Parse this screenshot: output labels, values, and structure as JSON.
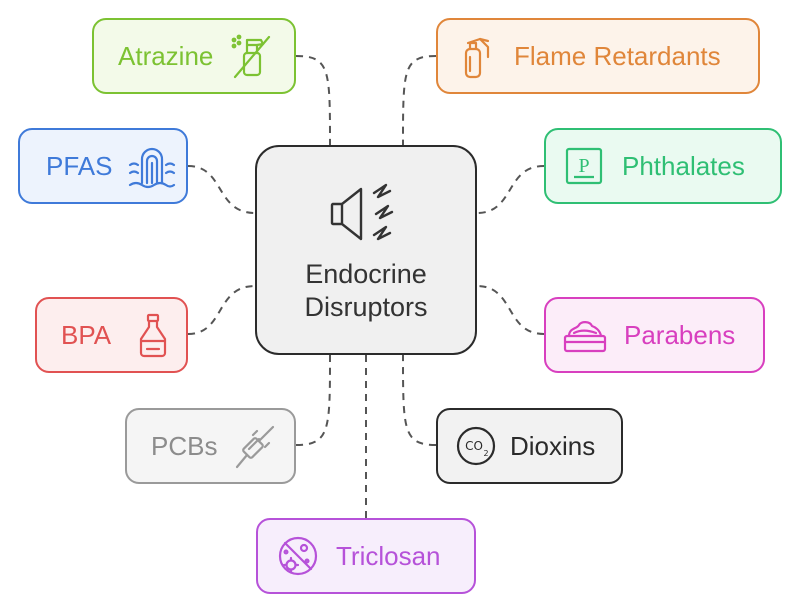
{
  "center": {
    "line1": "Endocrine",
    "line2": "Disruptors",
    "icon": "speaker-sound-icon"
  },
  "nodes": [
    {
      "key": "atrazine",
      "label": "Atrazine",
      "icon": "spray-bottle-icon",
      "color": "#7cc232",
      "bg": "#f3fae9"
    },
    {
      "key": "flame",
      "label": "Flame Retardants",
      "icon": "fire-extinguisher-icon",
      "color": "#e0863a",
      "bg": "#fdf3ea"
    },
    {
      "key": "pfas",
      "label": "PFAS",
      "icon": "waterproof-icon",
      "color": "#3f7ad9",
      "bg": "#edf3fd"
    },
    {
      "key": "phthalates",
      "label": "Phthalates",
      "icon": "plastic-label-icon",
      "color": "#2fbf74",
      "bg": "#eafaf1"
    },
    {
      "key": "bpa",
      "label": "BPA",
      "icon": "bottle-icon",
      "color": "#e15252",
      "bg": "#fdeeee"
    },
    {
      "key": "parabens",
      "label": "Parabens",
      "icon": "cream-jar-icon",
      "color": "#d83fbf",
      "bg": "#fcedf9"
    },
    {
      "key": "pcbs",
      "label": "PCBs",
      "icon": "cable-icon",
      "color": "#9a9a9a",
      "bg": "#f5f5f5"
    },
    {
      "key": "dioxins",
      "label": "Dioxins",
      "icon": "co2-icon",
      "color": "#2b2b2b",
      "bg": "#f2f2f2"
    },
    {
      "key": "triclosan",
      "label": "Triclosan",
      "icon": "bacteria-icon",
      "color": "#b652d9",
      "bg": "#f7eefc"
    }
  ]
}
